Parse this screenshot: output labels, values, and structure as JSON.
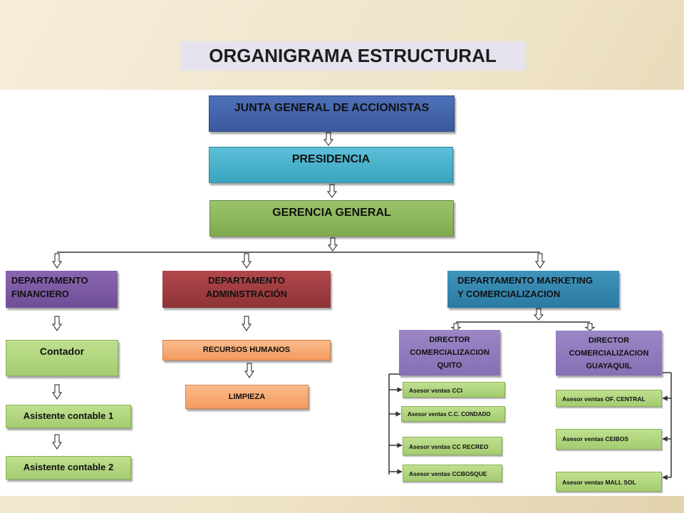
{
  "title": "ORGANIGRAMA ESTRUCTURAL",
  "levels": {
    "junta": "JUNTA GENERAL DE ACCIONISTAS",
    "presidencia": "PRESIDENCIA",
    "gerencia": "GERENCIA GENERAL"
  },
  "departments": {
    "financiero": {
      "label": [
        "DEPARTAMENTO",
        "FINANCIERO"
      ],
      "staff": [
        "Contador",
        "Asistente contable 1",
        "Asistente contable  2"
      ]
    },
    "administracion": {
      "label": [
        "DEPARTAMENTO",
        "ADMINISTRACIÓN"
      ],
      "staff": [
        "RECURSOS HUMANOS",
        "LIMPIEZA"
      ]
    },
    "marketing": {
      "label": [
        "DEPARTAMENTO  MARKETING",
        "Y COMERCIALIZACION"
      ],
      "directors": [
        {
          "label": [
            "DIRECTOR",
            "COMERCIALIZACION",
            "QUITO"
          ],
          "advisors": [
            "Asesor ventas CCI",
            "Asesor ventas C.C.  CONDADO",
            "Asesor ventas CC RECREO",
            "Asesor ventas CCBOSQUE"
          ]
        },
        {
          "label": [
            "DIRECTOR",
            "COMERCIALIZACION",
            "GUAYAQUIL"
          ],
          "advisors": [
            "Asesor ventas OF.  CENTRAL",
            "Asesor ventas CEIBOS",
            "Asesor ventas MALL SOL"
          ]
        }
      ]
    }
  },
  "colors": {
    "junta": "#4468b0",
    "presidencia": "#46b2cc",
    "gerencia": "#8cb65c",
    "financiero": "#7c5aa4",
    "administracion": "#a03e42",
    "marketing": "#348ab3",
    "directors": "#8f7bbc",
    "staff_green": "#b2d67f",
    "staff_orange": "#f7aa74"
  }
}
